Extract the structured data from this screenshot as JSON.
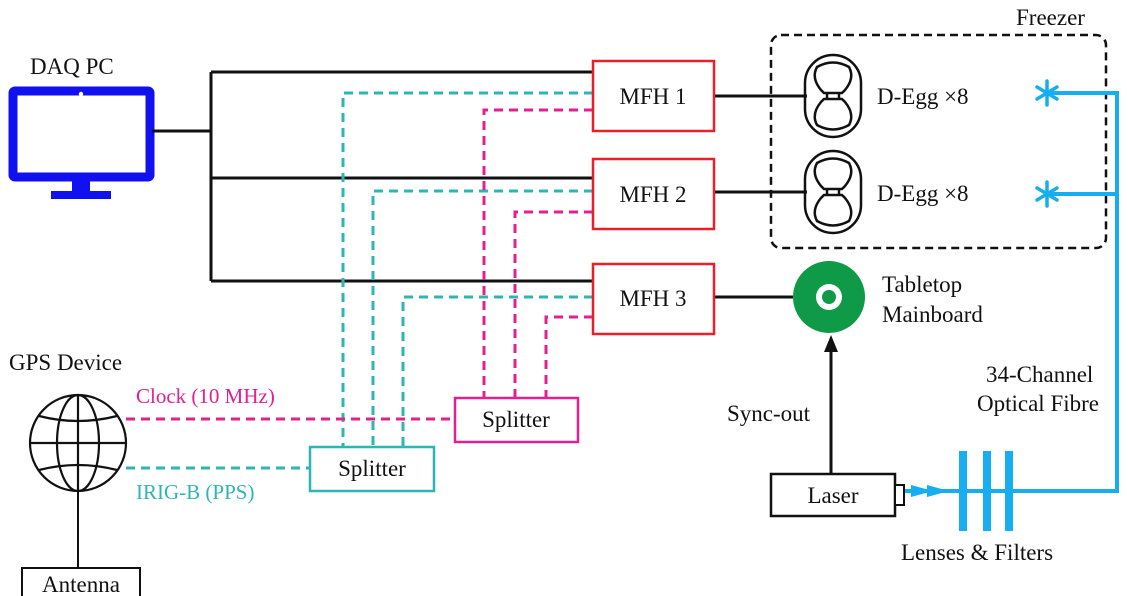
{
  "colors": {
    "black": "#111111",
    "mfh_red": "#e8202a",
    "pps_teal": "#2fb5b2",
    "clock_magenta": "#e2208f",
    "fibre_blue": "#16aef0",
    "pc_blue": "#1010f0",
    "mainboard_green": "#0e9a46"
  },
  "labels": {
    "daq_pc": "DAQ PC",
    "freezer": "Freezer",
    "mfh1": "MFH 1",
    "mfh2": "MFH 2",
    "mfh3": "MFH 3",
    "degg_row1": "D-Egg ×8",
    "degg_row2": "D-Egg ×8",
    "tabletop_line1": "Tabletop",
    "tabletop_line2": "Mainboard",
    "gps_device": "GPS Device",
    "clock": "Clock (10 MHz)",
    "irig": "IRIG-B (PPS)",
    "splitter_clock": "Splitter",
    "splitter_pps": "Splitter",
    "antenna": "Antenna",
    "sync_out": "Sync-out",
    "laser": "Laser",
    "fibre_line1": "34-Channel",
    "fibre_line2": "Optical Fibre",
    "lenses": "Lenses & Filters"
  },
  "icons": {
    "pc": "monitor-icon",
    "globe": "globe-icon",
    "degg": "d-egg-icon",
    "mainboard": "ring-icon",
    "fibre_end": "asterisk-icon"
  }
}
